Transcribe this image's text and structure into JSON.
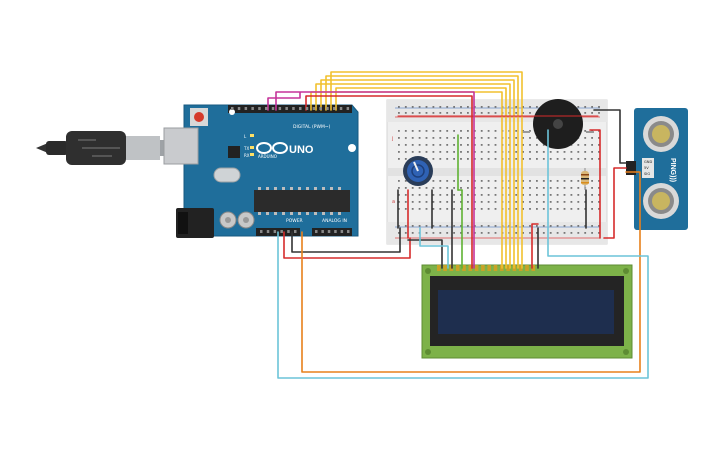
{
  "arduino": {
    "brand": "ARDUINO",
    "model": "UNO",
    "digital_label": "DIGITAL (PWM~)",
    "power_label": "POWER",
    "analog_label": "ANALOG IN",
    "led_labels": [
      "L",
      "TX",
      "RX"
    ],
    "color": "#1f6e9b"
  },
  "sensor": {
    "label": "PING)))",
    "pins": [
      "GND",
      "5V",
      "SIG"
    ],
    "color": "#1f6e9b"
  },
  "breadboard": {
    "row_letters": [
      "a",
      "b",
      "c",
      "d",
      "e",
      "f",
      "g",
      "h",
      "i",
      "j"
    ]
  },
  "lcd": {
    "pin_count": 16,
    "screen_color": "#1e2e4e",
    "board_color": "#7db249"
  },
  "wire_colors": {
    "yellow": "#f2c12e",
    "red": "#d62b2b",
    "black": "#333333",
    "green": "#5fb233",
    "pink": "#c5339a",
    "orange": "#e8801c",
    "cyan": "#6cc4d9"
  }
}
